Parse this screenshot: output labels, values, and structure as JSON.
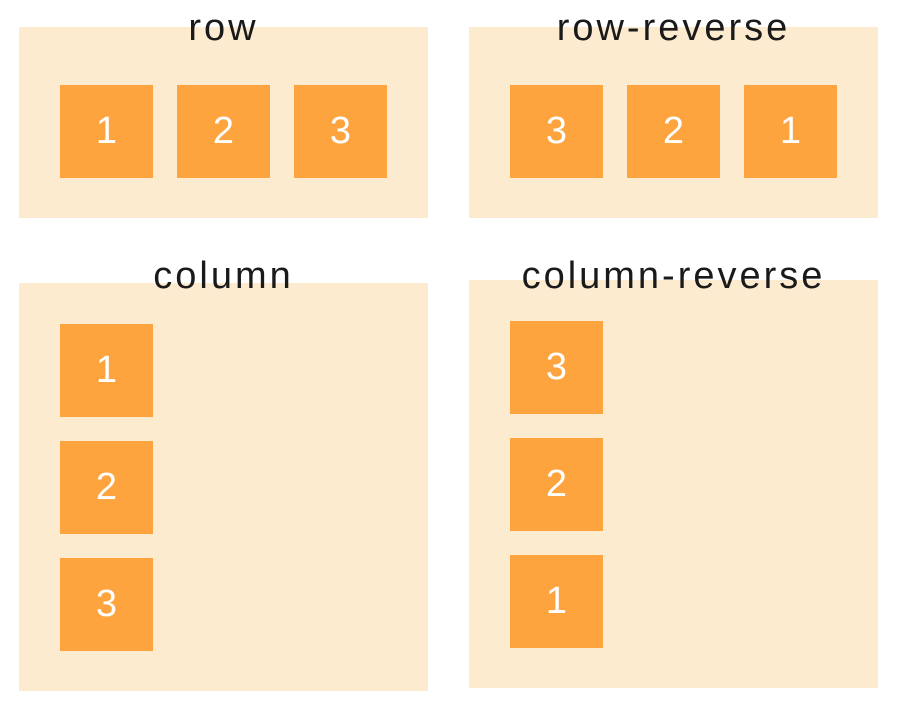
{
  "colors": {
    "panel_background": "#fdebcf",
    "item_background": "#fea43e",
    "item_text": "#ffffff",
    "title_text": "#1a1a1a"
  },
  "panels": {
    "row": {
      "title": "row",
      "items": [
        "1",
        "2",
        "3"
      ]
    },
    "row_reverse": {
      "title": "row-reverse",
      "items": [
        "3",
        "2",
        "1"
      ]
    },
    "column": {
      "title": "column",
      "items": [
        "1",
        "2",
        "3"
      ]
    },
    "column_reverse": {
      "title": "column-reverse",
      "items": [
        "3",
        "2",
        "1"
      ]
    }
  }
}
